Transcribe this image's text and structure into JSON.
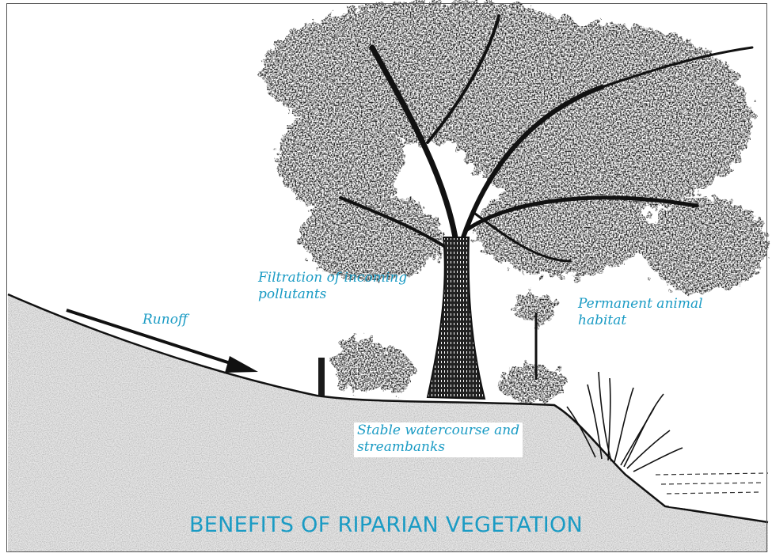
{
  "diagram": {
    "title": "BENEFITS OF RIPARIAN VEGETATION",
    "labels": {
      "filtration": [
        "Filtration of incoming",
        "pollutants"
      ],
      "runoff": "Runoff",
      "habitat": [
        "Permanent animal",
        "habitat"
      ],
      "streambanks": [
        "Stable watercourse and",
        "streambanks"
      ]
    },
    "colors": {
      "label_text": "#1a9bc4",
      "ink": "#111111",
      "ground": "#d9d9d9"
    }
  }
}
